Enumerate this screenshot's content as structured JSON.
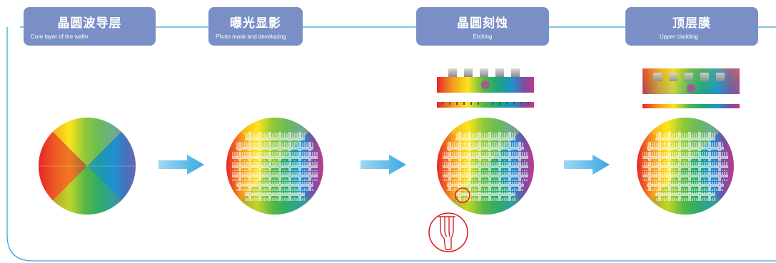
{
  "steps": [
    {
      "title": "晶圆波导层",
      "subtitle": "Core layer of the wafer"
    },
    {
      "title": "曝光显影",
      "subtitle": "Photo mask and developing"
    },
    {
      "title": "晶圆刻蚀",
      "subtitle": "Etching"
    },
    {
      "title": "顶层膜",
      "subtitle": "Upper cladding"
    }
  ],
  "colors": {
    "tab_fill": "#7a8fc6",
    "frame_line": "#39a4d8",
    "arrow": "#45b3e6",
    "highlight_circle": "#d8232a",
    "rainbow": [
      "#e8232a",
      "#f39a1e",
      "#fbe51d",
      "#56b846",
      "#1ea67a",
      "#1f8fd0",
      "#7b4ea0",
      "#c03a8c"
    ]
  },
  "icons": {
    "flow_arrow": "right-arrow-icon",
    "detail_callout": "waveguide-detail-icon"
  }
}
